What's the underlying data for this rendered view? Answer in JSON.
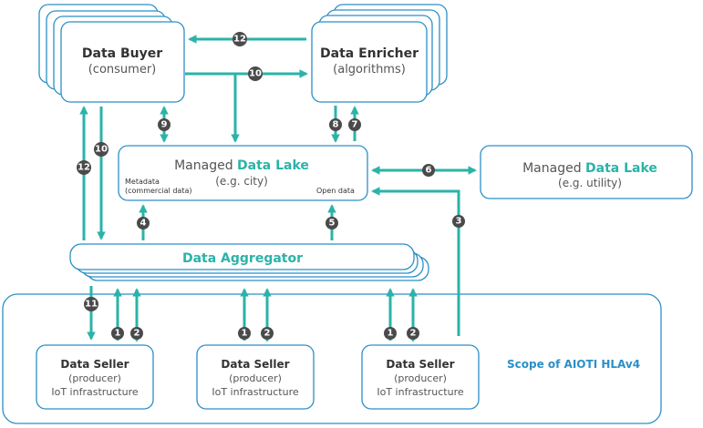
{
  "colors": {
    "box_border": "#2b8fc7",
    "arrow": "#2bb3a8",
    "badge": "#4a4a4a",
    "highlight": "#2bb3a8"
  },
  "data_buyer": {
    "title": "Data Buyer",
    "subtitle": "(consumer)"
  },
  "data_enricher": {
    "title": "Data Enricher",
    "subtitle": "(algorithms)"
  },
  "lake_city": {
    "title_prefix": "Managed ",
    "title_highlight": "Data Lake",
    "subtitle": "(e.g. city)",
    "metadata_line1": "Metadata",
    "metadata_line2": "(commercial data)",
    "open_data": "Open data"
  },
  "lake_utility": {
    "title_prefix": "Managed ",
    "title_highlight": "Data Lake",
    "subtitle": "(e.g. utility)"
  },
  "aggregator": {
    "title": "Data Aggregator"
  },
  "sellers": [
    {
      "title": "Data Seller",
      "line2": "(producer)",
      "line3": "IoT infrastructure"
    },
    {
      "title": "Data Seller",
      "line2": "(producer)",
      "line3": "IoT infrastructure"
    },
    {
      "title": "Data Seller",
      "line2": "(producer)",
      "line3": "IoT infrastructure"
    }
  ],
  "scope_label": "Scope of AIOTI HLAv4",
  "badges": {
    "b12_top": "12",
    "b10_top": "10",
    "b9": "9",
    "b8": "8",
    "b7": "7",
    "b6": "6",
    "b4": "4",
    "b5": "5",
    "b3": "3",
    "b10_left": "10",
    "b12_left": "12",
    "b11": "11",
    "s1_1": "1",
    "s1_2": "2",
    "s2_1": "1",
    "s2_2": "2",
    "s3_1": "1",
    "s3_2": "2"
  }
}
